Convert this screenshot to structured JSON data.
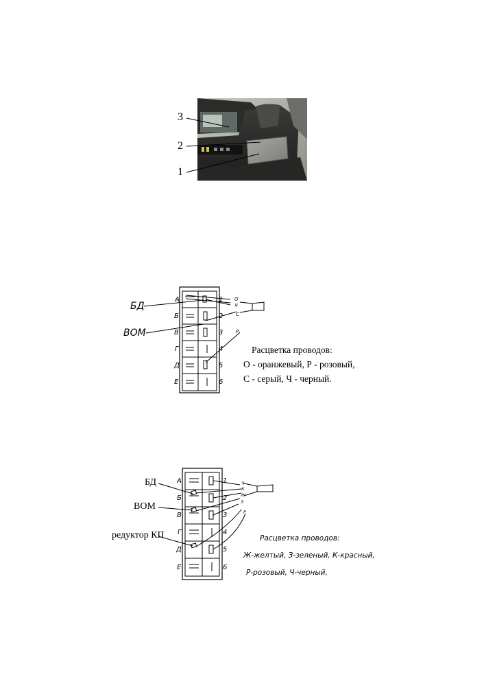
{
  "photo": {
    "callouts": [
      "3",
      "2",
      "1"
    ]
  },
  "diagram1": {
    "rows": [
      "А",
      "Б",
      "В",
      "Г",
      "Д",
      "Е"
    ],
    "numbers": [
      "1",
      "2",
      "3",
      "4",
      "5",
      "6"
    ],
    "wire_letters": [
      "О",
      "Ч",
      "С",
      "Р"
    ],
    "labels": {
      "bd": "БД",
      "vom": "ВОМ"
    },
    "legend": {
      "title": "Расцветка проводов:",
      "line1": "О - оранжевый, Р - розовый,",
      "line2": "С - серый, Ч - черный."
    }
  },
  "diagram2": {
    "rows": [
      "А",
      "Б",
      "В",
      "Г",
      "Д",
      "Е"
    ],
    "numbers": [
      "1",
      "2",
      "3",
      "4",
      "5",
      "6"
    ],
    "wire_letters": [
      "Ч",
      "К",
      "Ж",
      "З",
      "Р"
    ],
    "labels": {
      "bd": "БД",
      "vom": "ВОМ",
      "reducer": "редуктор КП"
    },
    "legend": {
      "title": "Расцветка проводов:",
      "line1": "Ж-желтый, З-зеленый, К-красный,",
      "line2": "Р-розовый, Ч-черный,"
    }
  }
}
